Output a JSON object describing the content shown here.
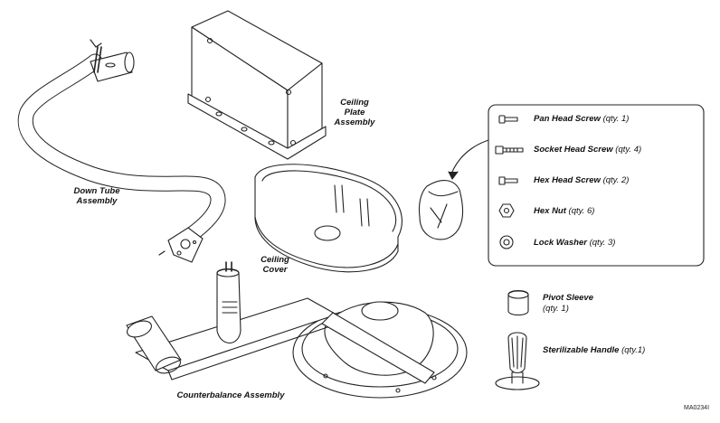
{
  "labels": {
    "ceiling_plate": [
      "Ceiling",
      "Plate",
      "Assembly"
    ],
    "down_tube": [
      "Down Tube",
      "Assembly"
    ],
    "ceiling_cover": [
      "Ceiling",
      "Cover"
    ],
    "counterbalance": "Counterbalance Assembly"
  },
  "hardware_kit": [
    {
      "name": "Pan Head Screw",
      "qty": "(qty. 1)",
      "icon": "pan-head-screw-icon"
    },
    {
      "name": "Socket Head Screw",
      "qty": "(qty. 4)",
      "icon": "socket-head-screw-icon"
    },
    {
      "name": "Hex Head Screw",
      "qty": "(qty. 2)",
      "icon": "hex-head-screw-icon"
    },
    {
      "name": "Hex Nut",
      "qty": "(qty. 6)",
      "icon": "hex-nut-icon"
    },
    {
      "name": "Lock Washer",
      "qty": "(qty. 3)",
      "icon": "lock-washer-icon"
    }
  ],
  "pivot_sleeve": {
    "name": "Pivot Sleeve",
    "qty": "(qty. 1)"
  },
  "sterilizable_handle": {
    "name": "Sterilizable Handle",
    "qty": "(qty.1)"
  },
  "figure_code": "MA0234I"
}
